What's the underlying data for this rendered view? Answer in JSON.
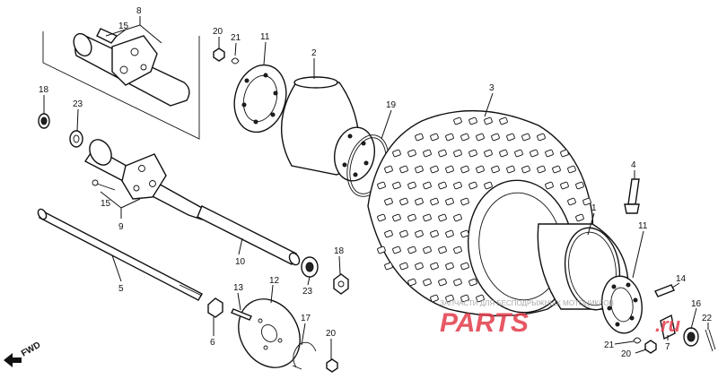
{
  "callouts": {
    "c1": "1",
    "c2": "2",
    "c3": "3",
    "c4": "4",
    "c5": "5",
    "c6": "6",
    "c7": "7",
    "c8": "8",
    "c10": "10",
    "c11a": "11",
    "c11b": "11",
    "c12": "12",
    "c13": "13",
    "c14": "14",
    "c15a": "15",
    "c15b": "15",
    "c16": "16",
    "c17": "17",
    "c18a": "18",
    "c18b": "18",
    "c19": "19",
    "c20a": "20",
    "c20b": "20",
    "c20c": "20",
    "c21a": "21",
    "c21b": "21",
    "c22": "22",
    "c23a": "23",
    "c23b": "23",
    "c9": "9"
  },
  "direction_label": "FWD",
  "watermark": {
    "brand": "PARTS",
    "tagline": "ЗАПЧАСТИ ДЛЯ БЕСПОДРЫЖНЫХ МОТОЦИКЛОВ",
    "domain": ".ru",
    "color": "#e23b4a"
  }
}
